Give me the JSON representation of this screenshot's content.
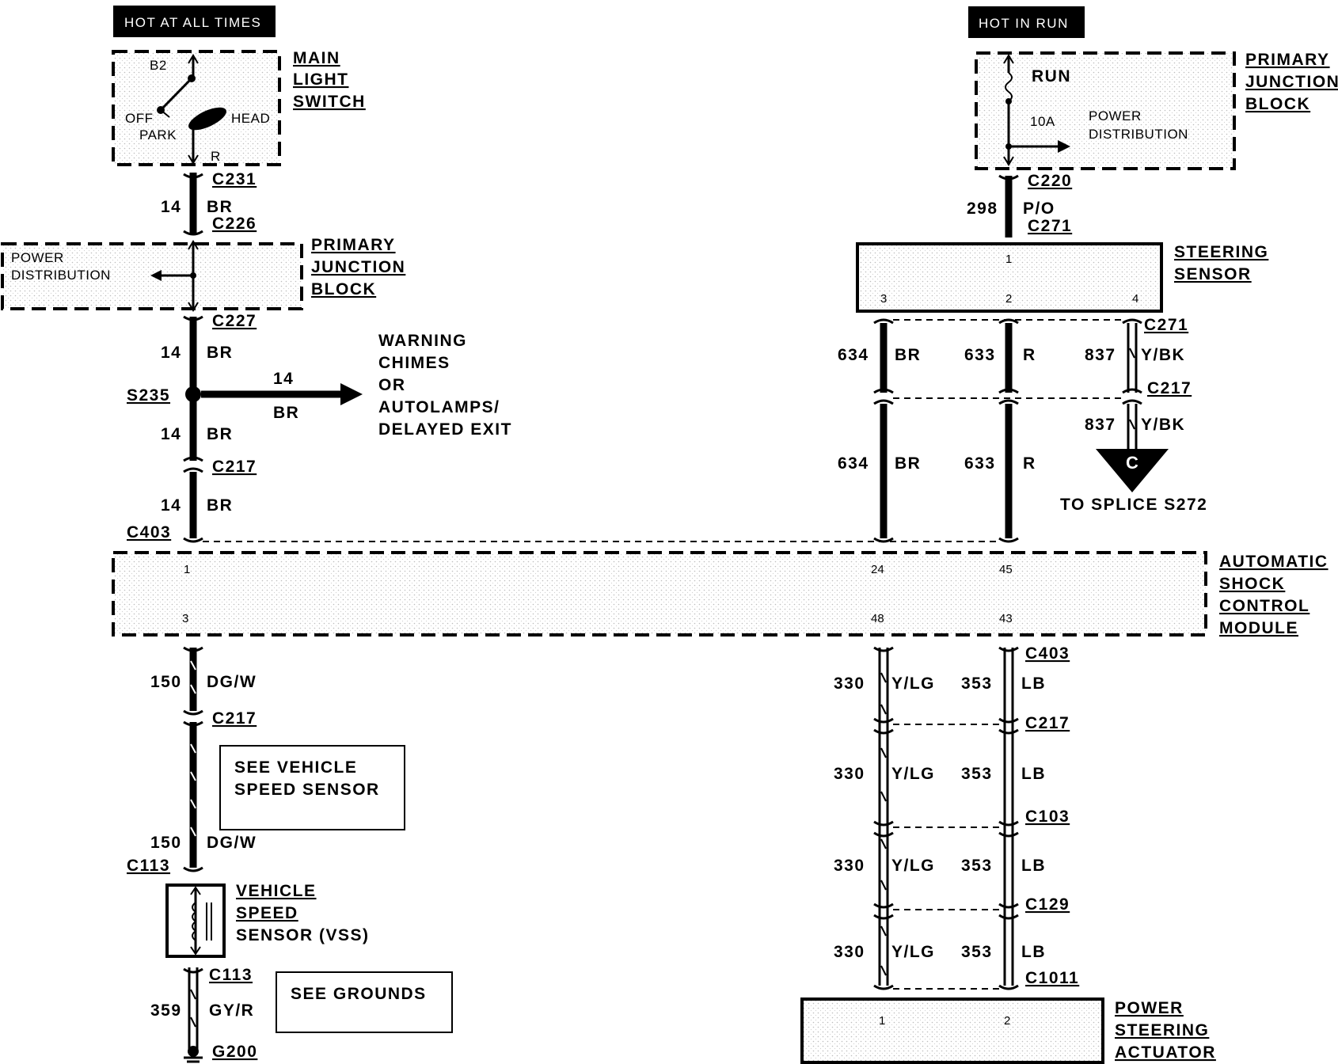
{
  "headers": {
    "hot_all_times": "HOT AT ALL TIMES",
    "hot_in_run": "HOT IN RUN"
  },
  "main_light_switch": {
    "name": [
      "MAIN",
      "LIGHT",
      "SWITCH"
    ],
    "b2": "B2",
    "off": "OFF",
    "park": "PARK",
    "head": "HEAD",
    "r": "R"
  },
  "pjb_left": {
    "name": [
      "PRIMARY",
      "JUNCTION",
      "BLOCK"
    ],
    "power_dist": [
      "POWER",
      "DISTRIBUTION"
    ]
  },
  "pjb_right": {
    "name": [
      "PRIMARY",
      "JUNCTION",
      "BLOCK"
    ],
    "run": "RUN",
    "fuse": "10A",
    "power_dist": [
      "POWER",
      "DISTRIBUTION"
    ]
  },
  "left_circuit": {
    "c231": "C231",
    "c226": "C226",
    "c227": "C227",
    "s235": "S235",
    "c217": "C217",
    "c403": "C403",
    "c217b": "C217",
    "c113": "C113",
    "c113b": "C113",
    "g200": "G200",
    "w14": "14",
    "br": "BR",
    "w150": "150",
    "dgw": "DG/W",
    "w359": "359",
    "gyr": "GY/R"
  },
  "warning_branch": {
    "wire": "14",
    "color": "BR",
    "dest": [
      "WARNING",
      "CHIMES",
      "OR",
      "AUTOLAMPS/",
      "DELAYED EXIT"
    ]
  },
  "steering_sensor": {
    "name": [
      "STEERING",
      "SENSOR"
    ],
    "pins": [
      "1",
      "3",
      "2",
      "4"
    ],
    "c220": "C220",
    "c271": "C271",
    "c271b": "C271",
    "c217": "C217",
    "w298": "298",
    "po": "P/O",
    "w634": "634",
    "br": "BR",
    "w633": "633",
    "r": "R",
    "w837": "837",
    "ybk": "Y/BK",
    "conn": "C",
    "to_splice": "TO SPLICE S272"
  },
  "ascm": {
    "name": [
      "AUTOMATIC",
      "SHOCK",
      "CONTROL",
      "MODULE"
    ],
    "pins": [
      "1",
      "3",
      "24",
      "48",
      "45",
      "43"
    ]
  },
  "lower_right": {
    "c403": "C403",
    "c217": "C217",
    "c103": "C103",
    "c129": "C129",
    "c1011": "C1011",
    "w330": "330",
    "ylg": "Y/LG",
    "w353": "353",
    "lb": "LB"
  },
  "notes": {
    "vss": [
      "SEE VEHICLE",
      "SPEED SENSOR"
    ],
    "grounds": "SEE GROUNDS"
  },
  "vss": {
    "name": [
      "VEHICLE",
      "SPEED",
      "SENSOR (VSS)"
    ]
  },
  "psa": {
    "name": [
      "POWER",
      "STEERING",
      "ACTUATOR"
    ],
    "pins": [
      "1",
      "2"
    ]
  }
}
